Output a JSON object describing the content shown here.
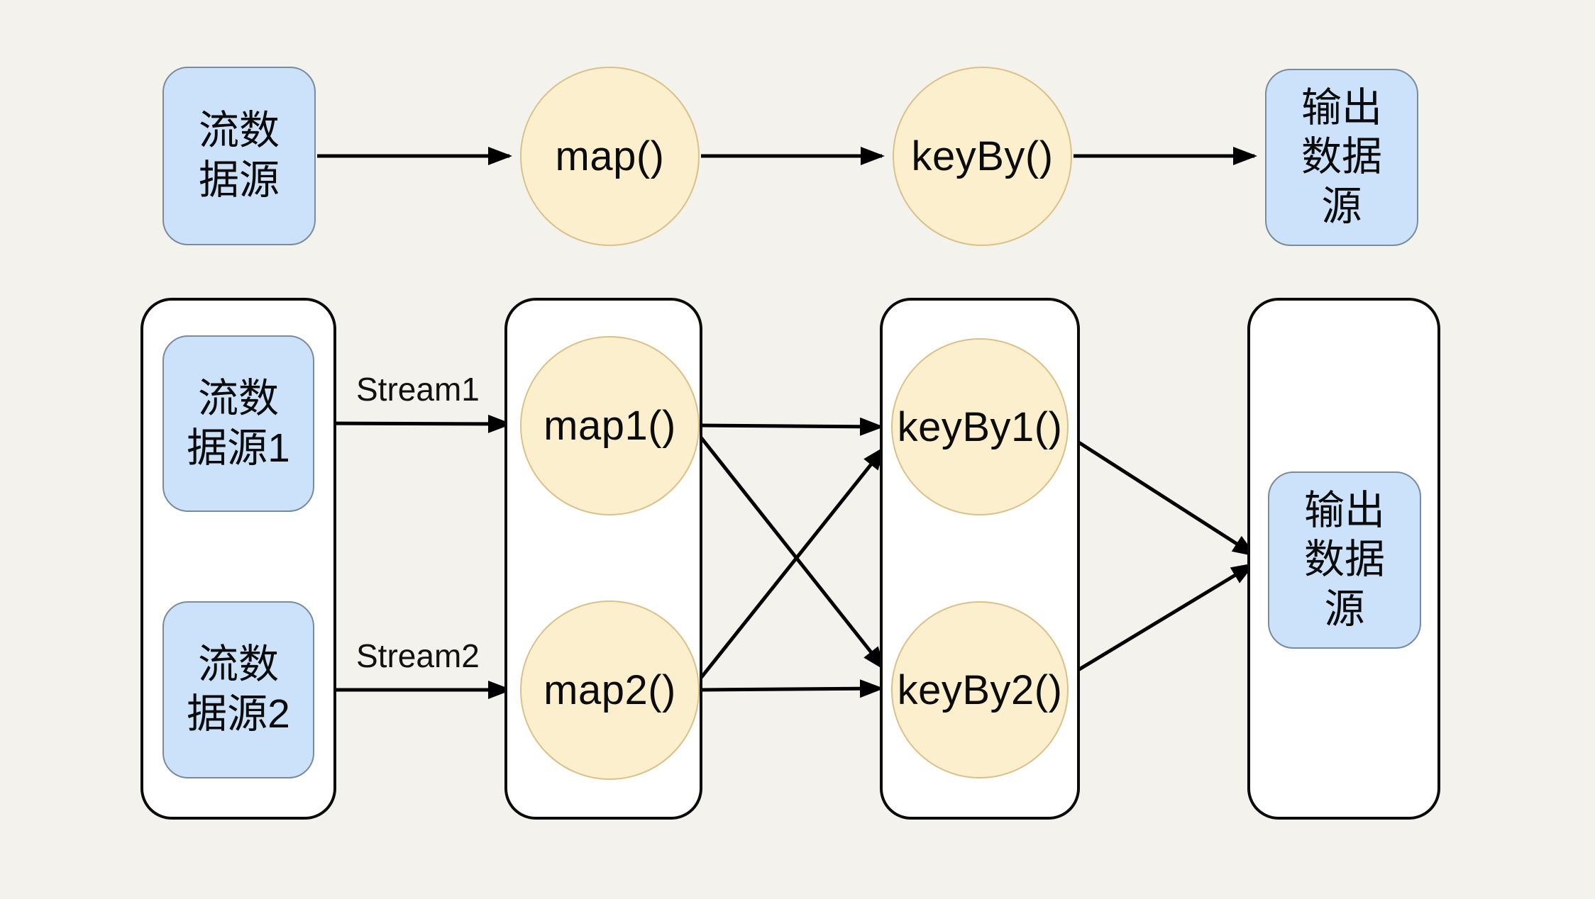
{
  "colors": {
    "background": "#f3f2ec",
    "source_sink_fill": "#cbe2fa",
    "source_sink_border": "#7a8b9c",
    "operator_fill": "#fcefcd",
    "operator_border": "#d9c189",
    "task_container_fill": "#ffffff",
    "task_container_border": "#0a0a0a",
    "edge_color": "#000000"
  },
  "simple_job": {
    "source": "流数据源",
    "map": "map()",
    "key_by": "keyBy()",
    "sink": "输出数据源"
  },
  "parallel_job": {
    "source1": "流数据源1",
    "source2": "流数据源2",
    "stream1": "Stream1",
    "stream2": "Stream2",
    "map1": "map1()",
    "map2": "map2()",
    "key_by1": "keyBy1()",
    "key_by2": "keyBy2()",
    "sink": "输出数据源"
  }
}
